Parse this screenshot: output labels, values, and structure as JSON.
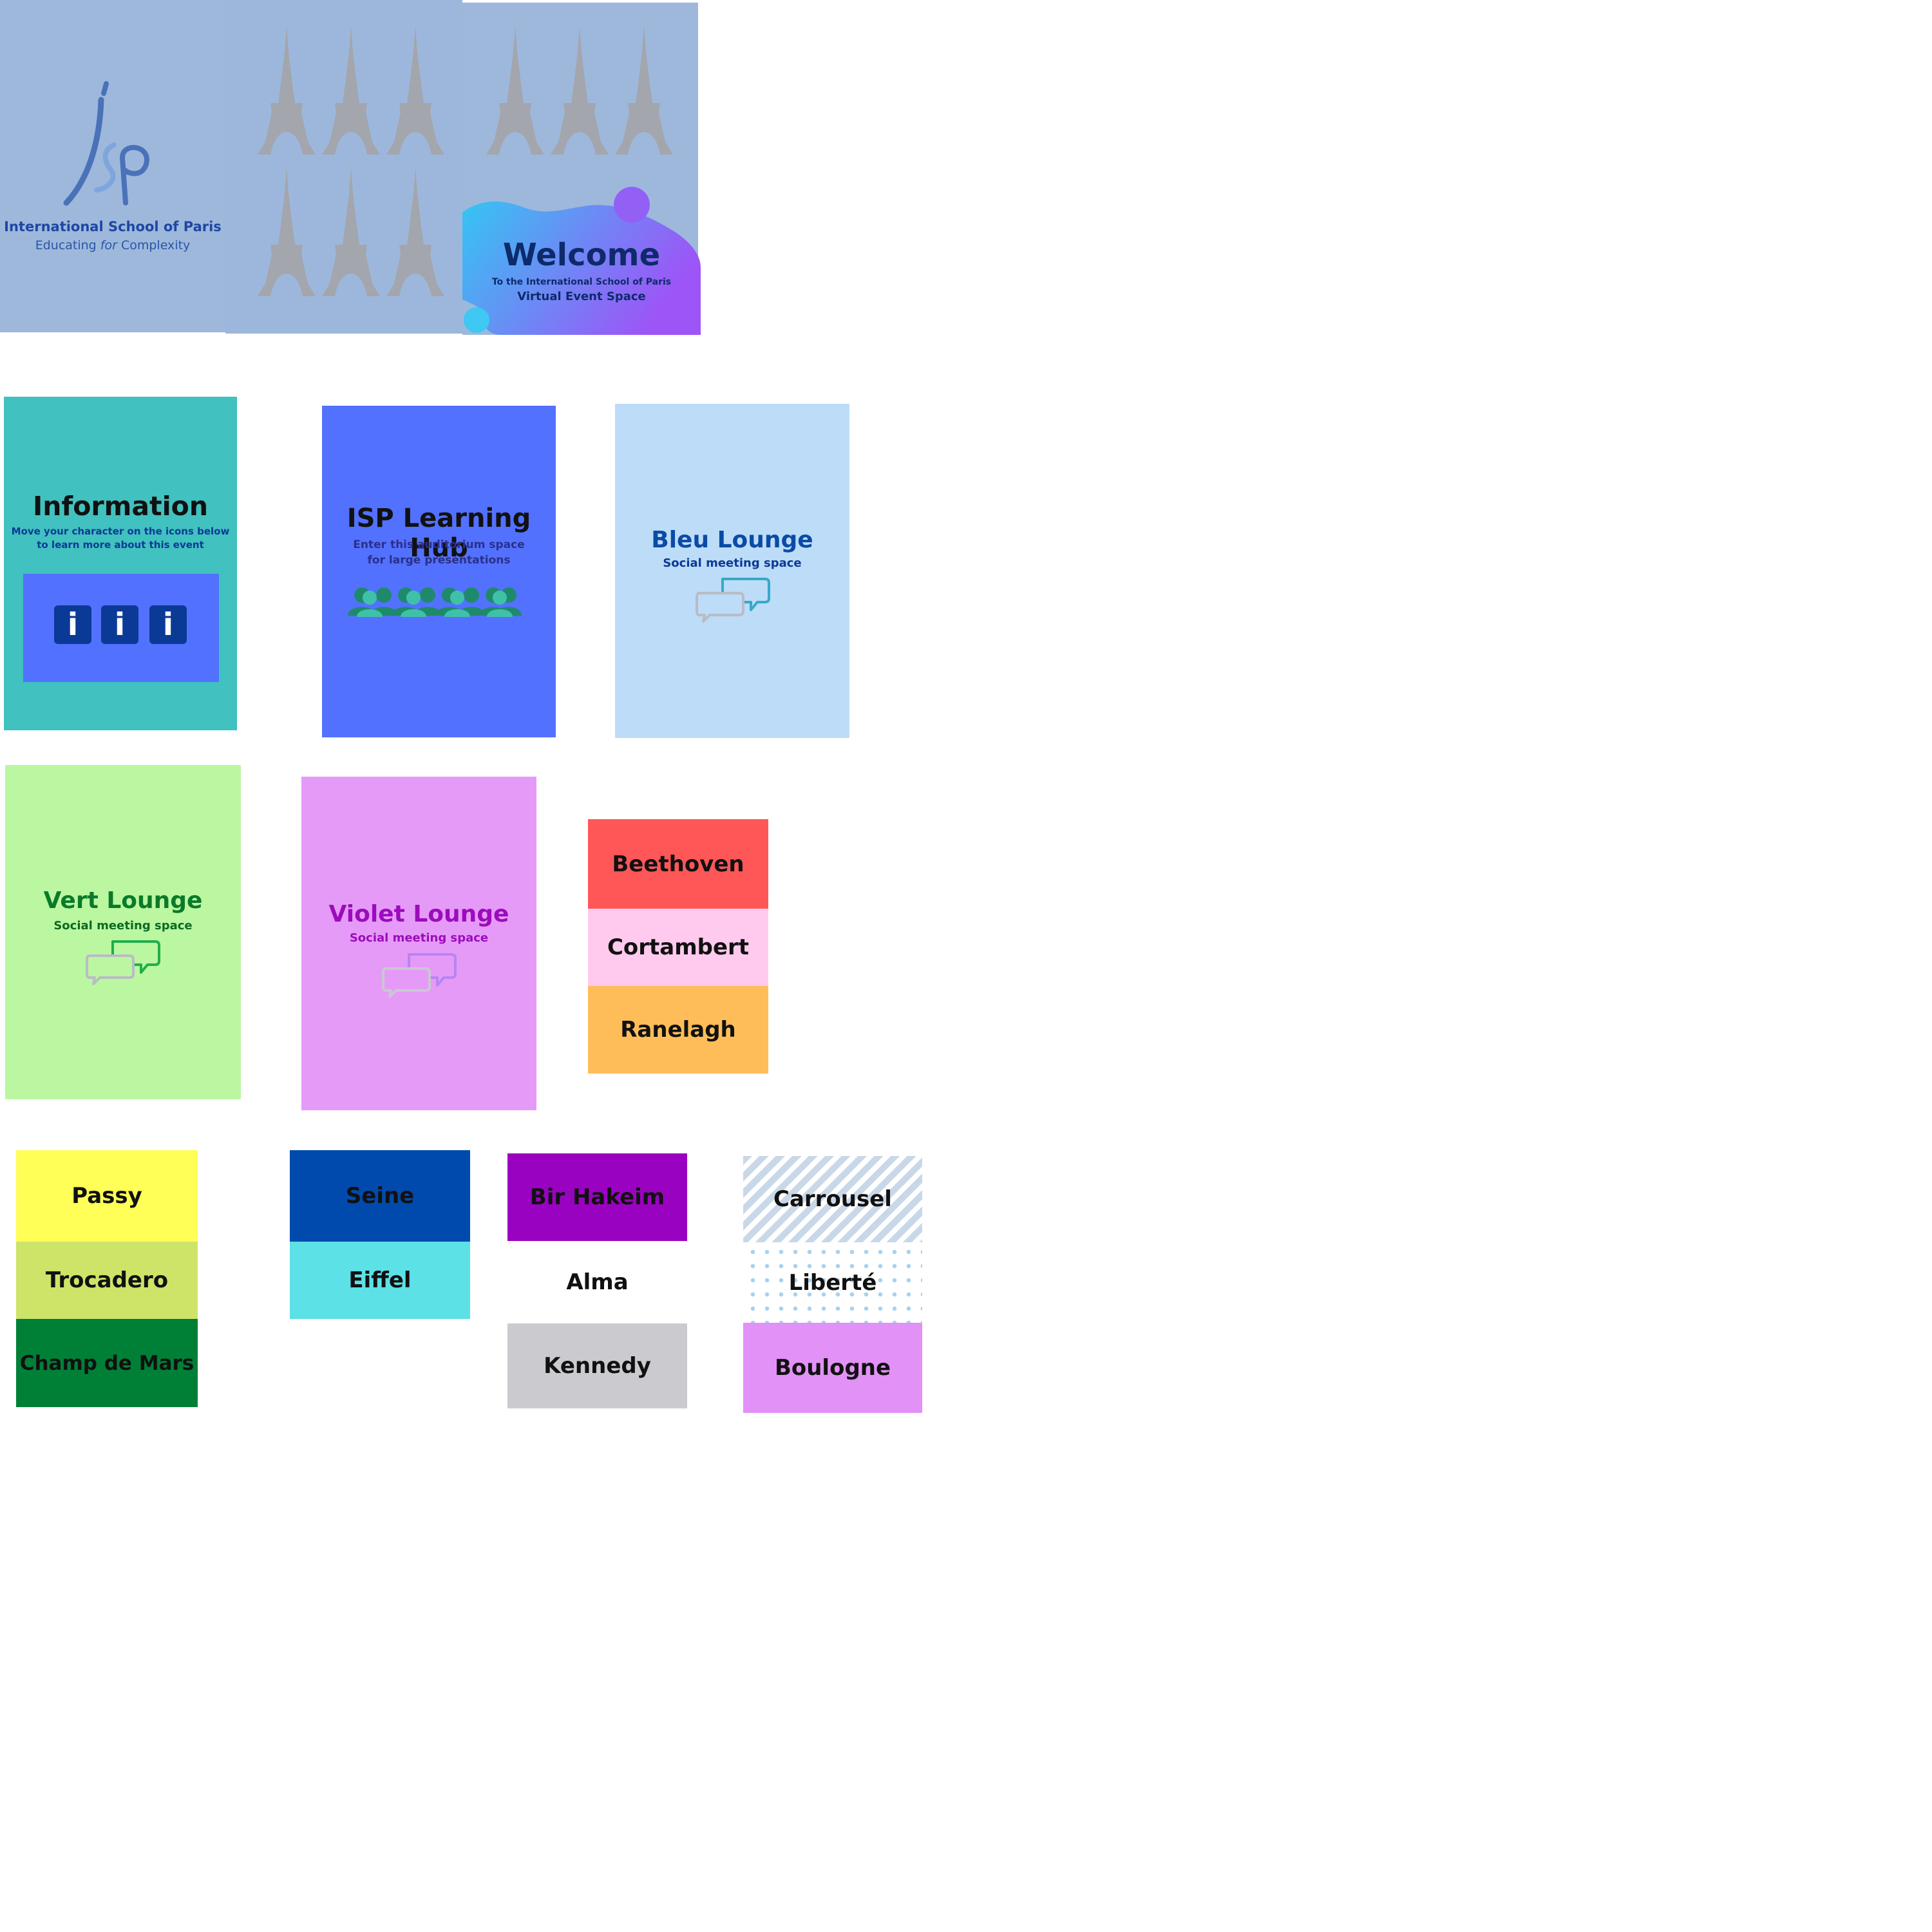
{
  "banner": {
    "school_name": "International School of Paris",
    "motto_pre": "Educating ",
    "motto_em": "for",
    "motto_post": " Complexity",
    "welcome_title": "Welcome",
    "welcome_line1": "To the International School of Paris",
    "welcome_line2": "Virtual Event Space"
  },
  "information": {
    "title": "Information",
    "subtitle_line1": "Move your character on the icons below",
    "subtitle_line2": "to learn more about this event",
    "icon_glyph": "i"
  },
  "learning_hub": {
    "title": "ISP Learning Hub",
    "subtitle_line1": "Enter this auditorium space",
    "subtitle_line2": "for large presentations"
  },
  "lounges": {
    "bleu": {
      "title": "Bleu Lounge",
      "subtitle": "Social meeting space"
    },
    "vert": {
      "title": "Vert Lounge",
      "subtitle": "Social meeting space"
    },
    "violet": {
      "title": "Violet Lounge",
      "subtitle": "Social meeting space"
    }
  },
  "rooms": {
    "beethoven": "Beethoven",
    "cortambert": "Cortambert",
    "ranelagh": "Ranelagh",
    "passy": "Passy",
    "trocadero": "Trocadero",
    "champ_de_mars": "Champ de Mars",
    "seine": "Seine",
    "eiffel": "Eiffel",
    "bir_hakeim": "Bir Hakeim",
    "alma": "Alma",
    "kennedy": "Kennedy",
    "carrousel": "Carrousel",
    "liberte": "Liberté",
    "boulogne": "Boulogne"
  },
  "colors": {
    "banner_bg": "#9eb8dc",
    "information_bg": "#41c1bf",
    "hub_bg": "#5271ff",
    "bleu_bg": "#bcdcf8",
    "vert_bg": "#bbf7a0",
    "violet_bg": "#e69af8"
  },
  "icons": [
    "isp-logo-icon",
    "eiffel-tower-icon",
    "info-icon",
    "people-icon",
    "chat-bubbles-icon"
  ]
}
